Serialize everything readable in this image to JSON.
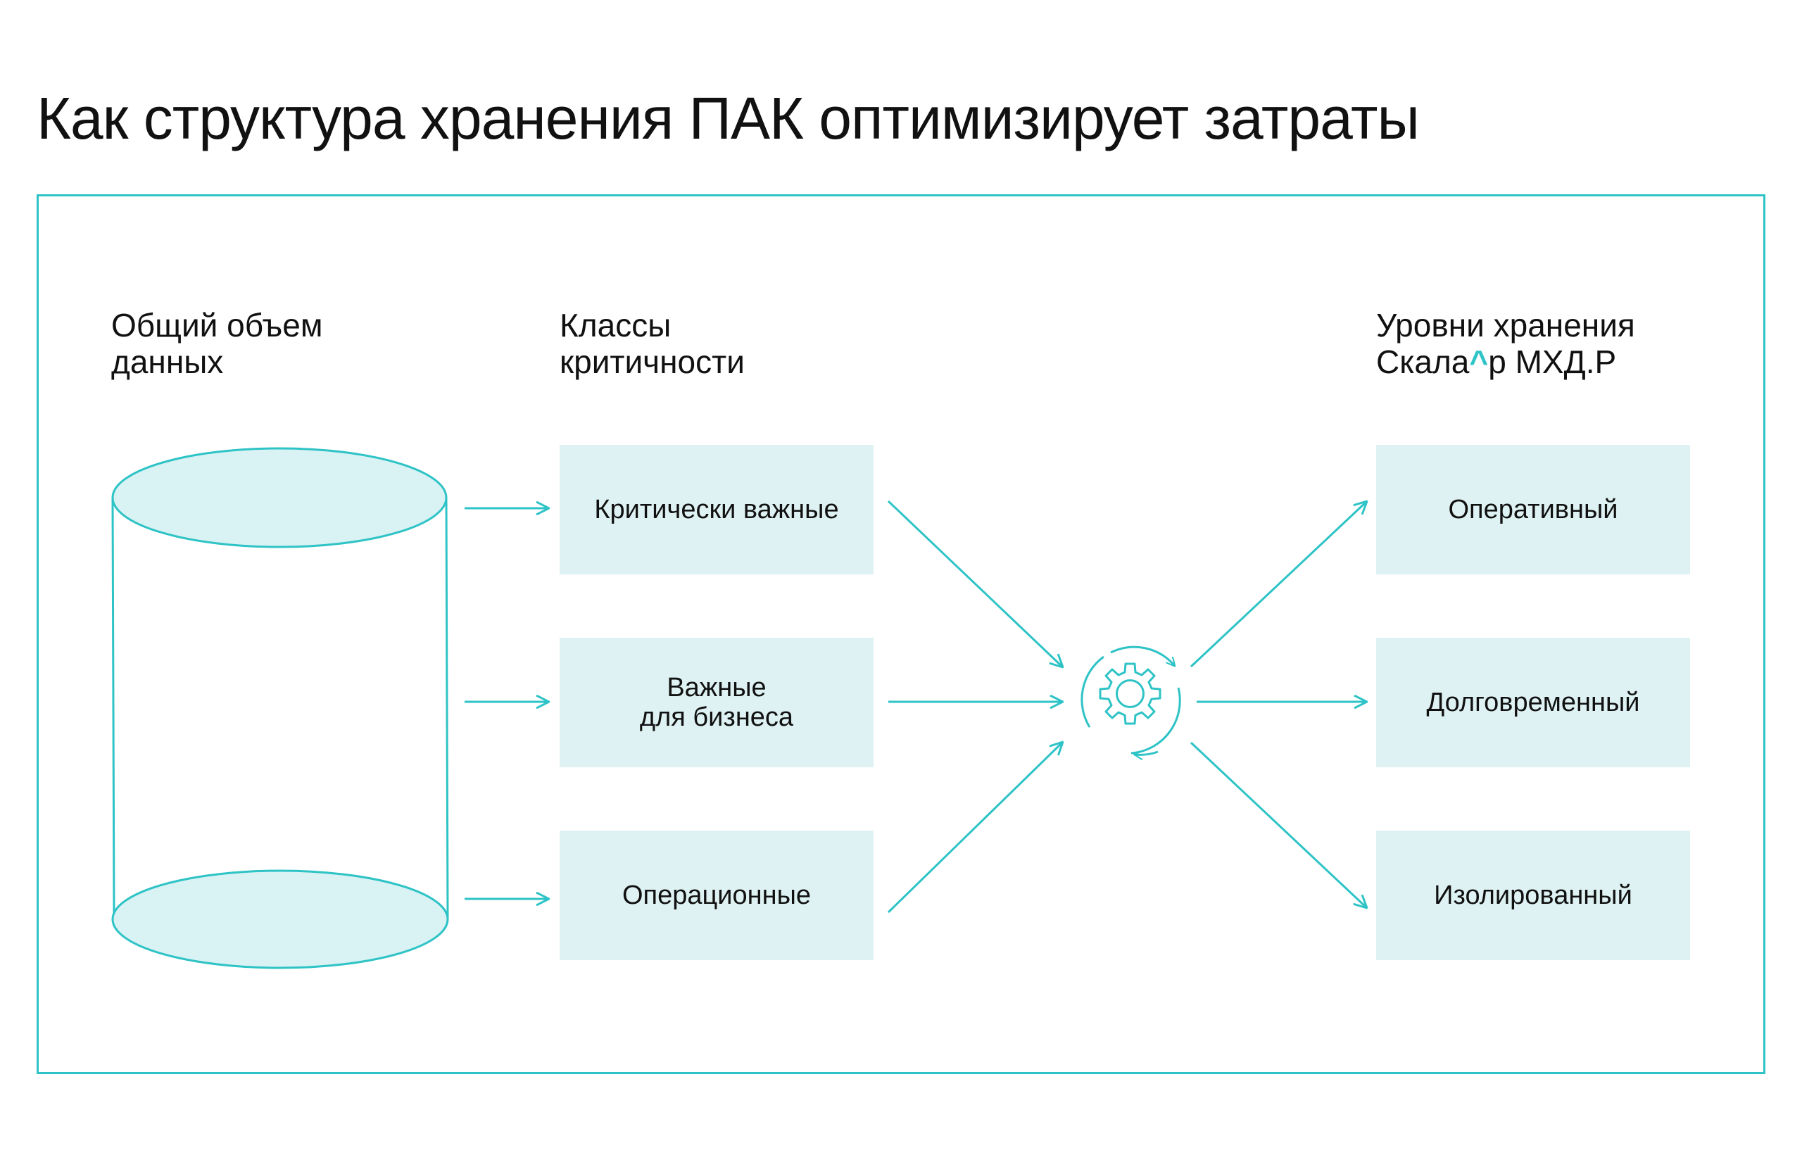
{
  "title": "Как структура хранения ПАК оптимизирует затраты",
  "columns": {
    "volume": {
      "line1": "Общий объем",
      "line2": "данных"
    },
    "classes": {
      "line1": "Классы",
      "line2": "критичности"
    },
    "levels": {
      "line1": "Уровни хранения",
      "line2_a": "Скала",
      "line2_caret": "^",
      "line2_b": "р МХД.Р"
    }
  },
  "classes": [
    {
      "label": "Критически важные"
    },
    {
      "label_line1": "Важные",
      "label_line2": "для бизнеса"
    },
    {
      "label": "Операционные"
    }
  ],
  "levels": [
    {
      "label": "Оперативный"
    },
    {
      "label": "Долговременный"
    },
    {
      "label": "Изолированный"
    }
  ],
  "colors": {
    "accent": "#2ec3c6",
    "box_fill": "#dff2f3",
    "cylinder_fill": "#d9f2f3",
    "text": "#111111"
  },
  "icons": {
    "center": "gear-cycle-icon",
    "data_store": "database-cylinder-icon"
  }
}
